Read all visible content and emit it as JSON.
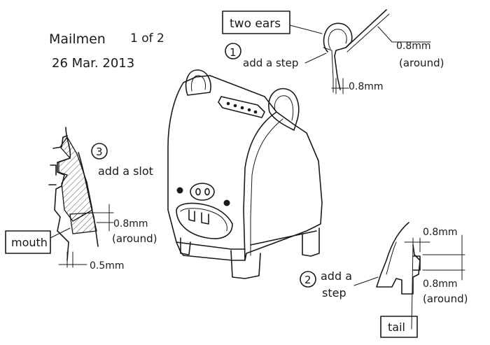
{
  "header": {
    "title": "Mailmen",
    "page": "1 of 2",
    "date": "26 Mar. 2013"
  },
  "callouts": {
    "ears": {
      "box_label": "two ears",
      "step_number": "1",
      "step_text": "add a step",
      "dim_top": "0.8mm",
      "dim_top_note": "(around)",
      "dim_bottom": "0.8mm"
    },
    "mouth": {
      "step_number": "3",
      "step_text": "add a slot",
      "box_label": "mouth",
      "dim_slot": "0.8mm",
      "dim_slot_note": "(around)",
      "dim_width": "0.5mm"
    },
    "tail": {
      "step_number": "2",
      "step_text_1": "add a",
      "step_text_2": "step",
      "dim_top": "0.8mm",
      "dim_side": "0.8mm",
      "dim_side_note": "(around)",
      "box_label": "tail"
    }
  }
}
